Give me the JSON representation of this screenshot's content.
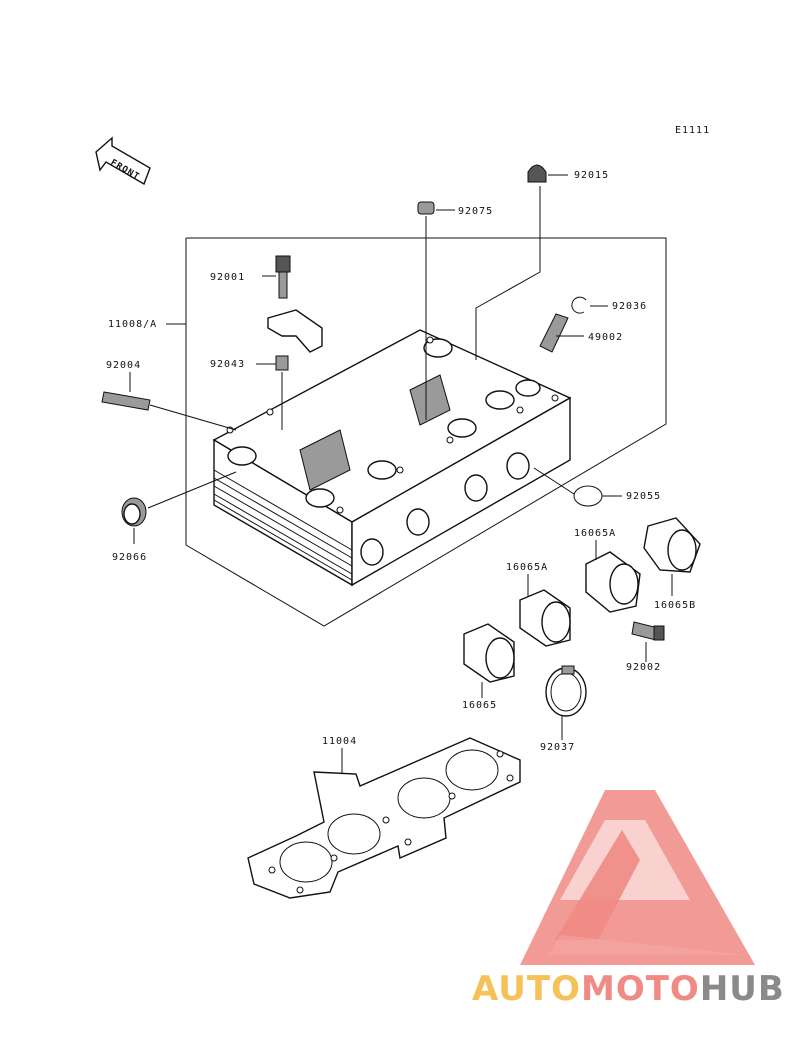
{
  "diagram": {
    "code": "E1111",
    "front_label": "FRONT",
    "callouts": {
      "p92015": "92015",
      "p92075": "92075",
      "p92001": "92001",
      "p11008": "11008/A",
      "p92036": "92036",
      "p49002": "49002",
      "p92043": "92043",
      "p92004": "92004",
      "p92055": "92055",
      "p16065a_r": "16065A",
      "p16065a_l": "16065A",
      "p16065b": "16065B",
      "p92066": "92066",
      "p92002": "92002",
      "p16065": "16065",
      "p92037": "92037",
      "p11004": "11004"
    }
  },
  "watermark": {
    "word_part1": "AUTO",
    "word_part2": "MOTO",
    "word_part3": "HUB",
    "colors": {
      "triangle": "#f08a84",
      "auto": "#f5c25a",
      "moto": "#f08a84",
      "hub": "#8a8a8a"
    }
  }
}
